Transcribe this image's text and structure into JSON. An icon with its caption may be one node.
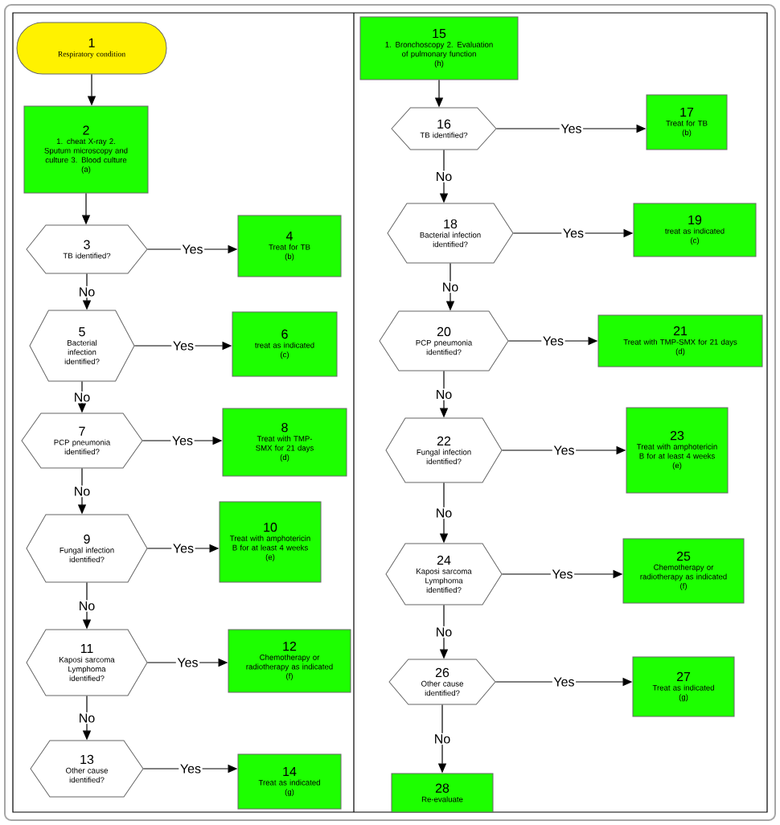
{
  "diagram": {
    "nodes": [
      {
        "text": [
          "1",
          "Respiratory condition"
        ]
      },
      {
        "text": [
          "2",
          "1. cheat X-ray 2. Sputum microscopy and culture 3. Blood culture",
          "(a)"
        ]
      },
      {
        "text": [
          "3",
          "TB identified?"
        ]
      },
      {
        "text": [
          "4",
          "Treat for TB",
          "(b)"
        ]
      },
      {
        "text": [
          "5",
          "Bacterial infection identified?"
        ]
      },
      {
        "text": [
          "6",
          "treat as indicated",
          "(c)"
        ]
      },
      {
        "text": [
          "7",
          "PCP pneumonia identified?"
        ]
      },
      {
        "text": [
          "8",
          "Treat with TMP-SMX for 21 days",
          "(d)"
        ]
      },
      {
        "text": [
          "9",
          "Fungal infection identified?"
        ]
      },
      {
        "text": [
          "10",
          "Treat with amphotericin B for at least 4 weeks",
          "(e)"
        ]
      },
      {
        "text": [
          "11",
          "Kaposi sarcoma Lymphoma identified?"
        ]
      },
      {
        "text": [
          "12",
          "Chemotherapy or radiotherapy as indicated",
          "(f)"
        ]
      },
      {
        "text": [
          "13",
          "Other cause identified?"
        ]
      },
      {
        "text": [
          "14",
          "Treat as indicated",
          "(g)"
        ]
      },
      {
        "text": [
          "15",
          "1. Bronchoscopy 2. Evaluation of pulmonary function",
          "(h)"
        ]
      },
      {
        "text": [
          "16",
          "TB identified?"
        ]
      },
      {
        "text": [
          "17",
          "Treat for TB",
          "(b)"
        ]
      },
      {
        "text": [
          "18",
          "Bacterial infection identified?"
        ]
      },
      {
        "text": [
          "19",
          "treat as indicated",
          "(c)"
        ]
      },
      {
        "text": [
          "20",
          "PCP pneumonia identified?"
        ]
      },
      {
        "text": [
          "21",
          "Treat with TMP-SMX for 21 days",
          "(d)"
        ]
      },
      {
        "text": [
          "22",
          "Fungal infection identified?"
        ]
      },
      {
        "text": [
          "23",
          "Treat with amphotericin B for at least 4 weeks",
          "(e)"
        ]
      },
      {
        "text": [
          "24",
          "Kaposi sarcoma Lymphoma identified?"
        ]
      },
      {
        "text": [
          "25",
          "Chemotherapy or radiotherapy as indicated",
          "(f)"
        ]
      },
      {
        "text": [
          "26",
          "Other cause identified?"
        ]
      },
      {
        "text": [
          "27",
          "Treat as indicated",
          "(g)"
        ]
      },
      {
        "text": [
          "28",
          "Re-evaluate"
        ]
      }
    ],
    "edges": [
      {
        "from": 0,
        "to": 1,
        "arrow": "to"
      },
      {
        "from": 1,
        "to": 2,
        "arrow": "to"
      },
      {
        "from": 2,
        "to": 3,
        "arrow": "to",
        "label": "Yes"
      },
      {
        "from": 2,
        "to": 4,
        "arrow": "to",
        "label": "No"
      },
      {
        "from": 4,
        "to": 5,
        "arrow": "to",
        "label": "Yes"
      },
      {
        "from": 4,
        "to": 6,
        "arrow": "to",
        "label": "No"
      },
      {
        "from": 6,
        "to": 7,
        "arrow": "to",
        "label": "Yes"
      },
      {
        "from": 6,
        "to": 8,
        "arrow": "to",
        "label": "No"
      },
      {
        "from": 8,
        "to": 9,
        "arrow": "to",
        "label": "Yes"
      },
      {
        "from": 8,
        "to": 10,
        "arrow": "to",
        "label": "No"
      },
      {
        "from": 10,
        "to": 11,
        "arrow": "to",
        "label": "Yes"
      },
      {
        "from": 10,
        "to": 12,
        "arrow": "to",
        "label": "No"
      },
      {
        "from": 12,
        "to": 13,
        "arrow": "to",
        "label": "Yes"
      },
      {
        "from": 14,
        "to": 15,
        "arrow": "to"
      },
      {
        "from": 15,
        "to": 16,
        "arrow": "to",
        "label": "Yes"
      },
      {
        "from": 15,
        "to": 17,
        "arrow": "to",
        "label": "No"
      },
      {
        "from": 17,
        "to": 18,
        "arrow": "to",
        "label": "Yes"
      },
      {
        "from": 17,
        "to": 19,
        "arrow": "to",
        "label": "No"
      },
      {
        "from": 19,
        "to": 20,
        "arrow": "to",
        "label": "Yes"
      },
      {
        "from": 19,
        "to": 21,
        "arrow": "to",
        "label": "No"
      },
      {
        "from": 21,
        "to": 22,
        "arrow": "to",
        "label": "Yes"
      },
      {
        "from": 21,
        "to": 23,
        "arrow": "to",
        "label": "No"
      },
      {
        "from": 23,
        "to": 24,
        "arrow": "to",
        "label": "Yes"
      },
      {
        "from": 23,
        "to": 25,
        "arrow": "to",
        "label": "No"
      },
      {
        "from": 25,
        "to": 26,
        "arrow": "to",
        "label": "Yes"
      },
      {
        "from": 25,
        "to": 27,
        "arrow": "to",
        "label": "No"
      }
    ]
  }
}
